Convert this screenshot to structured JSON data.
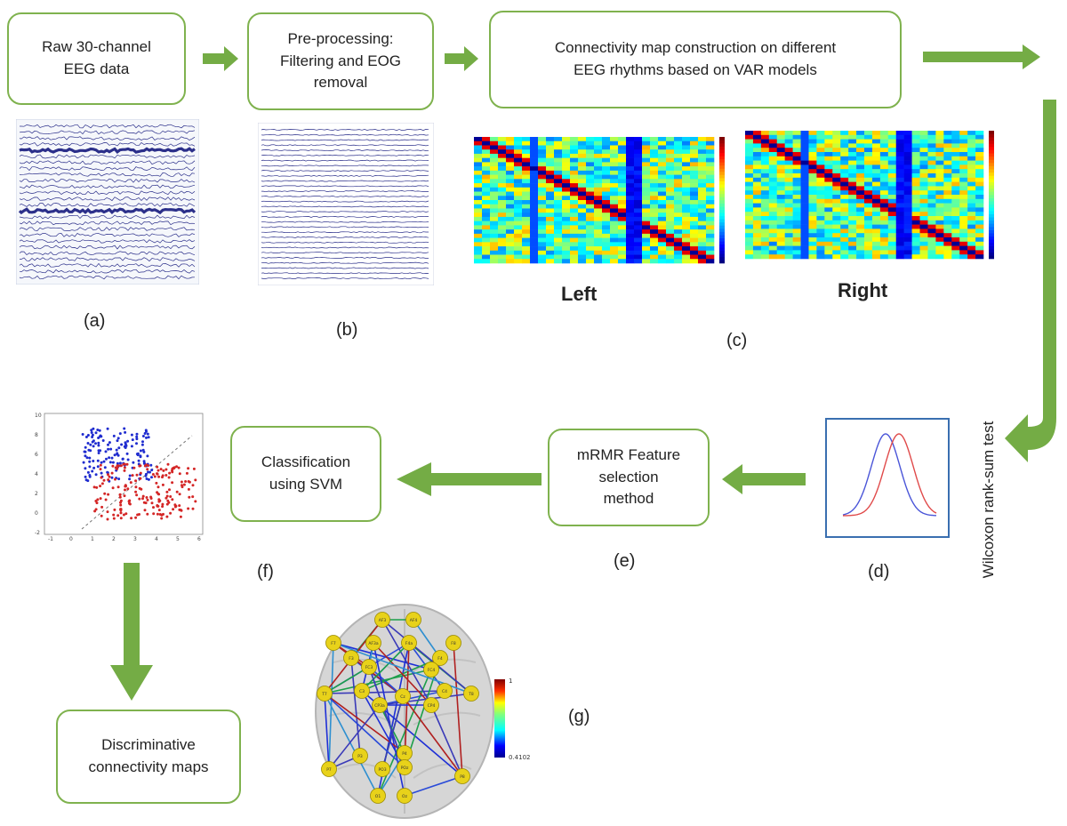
{
  "boxes": {
    "raw": [
      "Raw 30-channel",
      "EEG data"
    ],
    "pre": [
      "Pre-processing:",
      "Filtering and EOG",
      "removal"
    ],
    "conn": [
      "Connectivity map construction on different",
      "EEG rhythms based on VAR models"
    ],
    "svm": [
      "Classification",
      "using SVM"
    ],
    "mrmr": [
      "mRMR Feature",
      "selection",
      "method"
    ],
    "disc": [
      "Discriminative",
      "connectivity maps"
    ]
  },
  "labels": {
    "a": "(a)",
    "b": "(b)",
    "c": "(c)",
    "d": "(d)",
    "e": "(e)",
    "f": "(f)",
    "g": "(g)",
    "left": "Left",
    "right": "Right",
    "wilcoxon": "Wilcoxon rank-sum test"
  },
  "colorbar": {
    "max": "1",
    "min": "0.4102"
  },
  "scatter_ticks": {
    "y": [
      "10",
      "8",
      "6",
      "4",
      "2",
      "0",
      "-2"
    ],
    "x": [
      "-1",
      "0",
      "1",
      "2",
      "3",
      "4",
      "5",
      "6"
    ]
  },
  "colors": {
    "arrow": "#74ac45",
    "box_border": "#7fb24e",
    "eeg_trace": "#2b2f8a",
    "curve_blue": "#4a55d8",
    "curve_red": "#e04a4a",
    "node": "#e8d21a"
  },
  "brain_nodes": [
    "AF3",
    "AF4",
    "F7",
    "AF3a",
    "F4a",
    "F8",
    "FC3",
    "F3",
    "F4",
    "FC4",
    "T7",
    "C3",
    "CP3a",
    "Cz",
    "CP4",
    "C4",
    "T8",
    "P3",
    "P4",
    "P7",
    "PO3",
    "POz",
    "P8",
    "O1",
    "Oz"
  ]
}
